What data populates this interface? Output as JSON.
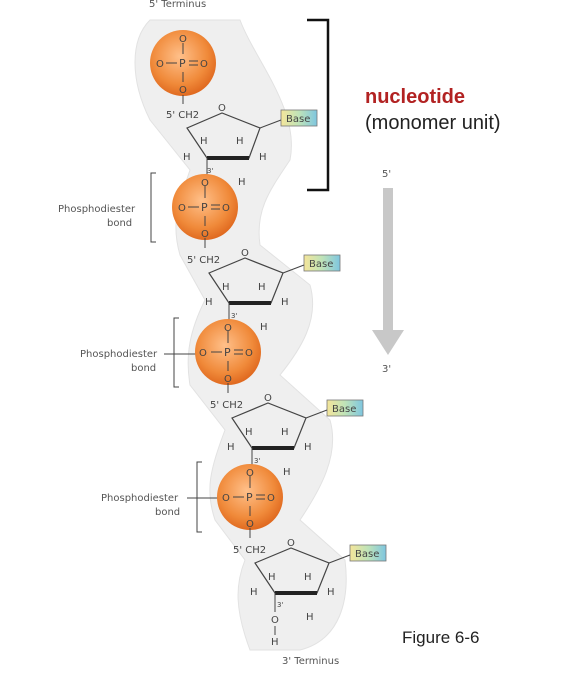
{
  "labels": {
    "top_terminus": "5' Terminus",
    "bottom_terminus": "3' Terminus",
    "nucleotide": "nucleotide",
    "monomer_unit": "(monomer unit)",
    "arrow_top": "5'",
    "arrow_bottom": "3'",
    "phosphodiester_1": "Phosphodiester",
    "bond_1": "bond",
    "phosphodiester_2": "Phosphodiester",
    "bond_2": "bond",
    "phosphodiester_3": "Phosphodiester",
    "bond_3": "bond",
    "base": "Base",
    "figure": "Figure 6-6"
  },
  "atoms": {
    "P": "P",
    "O": "O",
    "CH2": "5' CH2",
    "H": "H",
    "three_prime": "3'"
  },
  "colors": {
    "phosphate": "#f08a3a",
    "backbone_bg": "#efefef",
    "nucleotide_label": "#b22222",
    "arrow": "#c8c8c8",
    "base_box": "#7ec6e0"
  }
}
